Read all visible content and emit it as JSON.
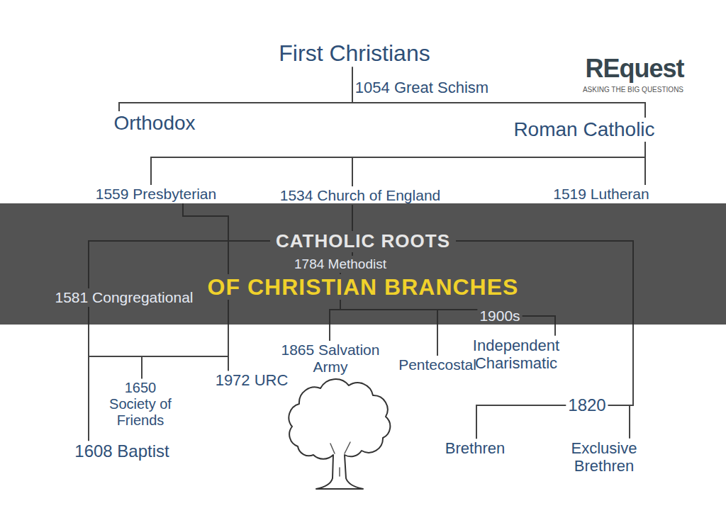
{
  "diagram": {
    "nodes": [
      {
        "text": [
          "First Christians"
        ]
      },
      {
        "text": [
          "Orthodox"
        ]
      },
      {
        "text": [
          "Roman Catholic"
        ]
      },
      {
        "text": [
          "1559 Presbyterian"
        ]
      },
      {
        "text": [
          "1534 Church of England"
        ]
      },
      {
        "text": [
          "1519 Lutheran"
        ]
      },
      {
        "text": [
          "1581 Congregational"
        ]
      },
      {
        "text": [
          "1784 Methodist"
        ]
      },
      {
        "text": [
          "1900s"
        ]
      },
      {
        "text": [
          "1865 Salvation Army"
        ]
      },
      {
        "text": [
          "Pentecostal"
        ]
      },
      {
        "text": [
          "Independent Charismatic"
        ]
      },
      {
        "text": [
          "1972 URC"
        ]
      },
      {
        "text": [
          "1650 Society of Friends"
        ]
      },
      {
        "text": [
          "1608 Baptist"
        ]
      },
      {
        "text": [
          "1820"
        ]
      },
      {
        "text": [
          "Brethren"
        ]
      },
      {
        "text": [
          "Exclusive Brethren"
        ]
      }
    ],
    "edges": [
      {
        "from": 0,
        "to": 1,
        "arrow": "none"
      },
      {
        "from": 0,
        "to": 2,
        "arrow": "none"
      },
      {
        "from": 2,
        "to": 3,
        "arrow": "none"
      },
      {
        "from": 2,
        "to": 4,
        "arrow": "none"
      },
      {
        "from": 2,
        "to": 5,
        "arrow": "none"
      },
      {
        "from": 3,
        "to": 12,
        "arrow": "none"
      },
      {
        "from": 4,
        "to": 6,
        "arrow": "none"
      },
      {
        "from": 4,
        "to": 7,
        "arrow": "none"
      },
      {
        "from": 4,
        "to": 15,
        "arrow": "none"
      },
      {
        "from": 6,
        "to": 14,
        "arrow": "none"
      },
      {
        "from": 6,
        "to": 13,
        "arrow": "none"
      },
      {
        "from": 6,
        "to": 12,
        "arrow": "none"
      },
      {
        "from": 7,
        "to": 9,
        "arrow": "none"
      },
      {
        "from": 7,
        "to": 10,
        "arrow": "none"
      },
      {
        "from": 7,
        "to": 8,
        "arrow": "none"
      },
      {
        "from": 8,
        "to": 11,
        "arrow": "none"
      },
      {
        "from": 15,
        "to": 16,
        "arrow": "none"
      },
      {
        "from": 15,
        "to": 17,
        "arrow": "none"
      }
    ],
    "labels": [
      "1054 Great Schism",
      "REquest",
      "ASKING THE BIG QUESTIONS",
      "CATHOLIC ROOTS",
      "OF CHRISTIAN BRANCHES"
    ]
  }
}
